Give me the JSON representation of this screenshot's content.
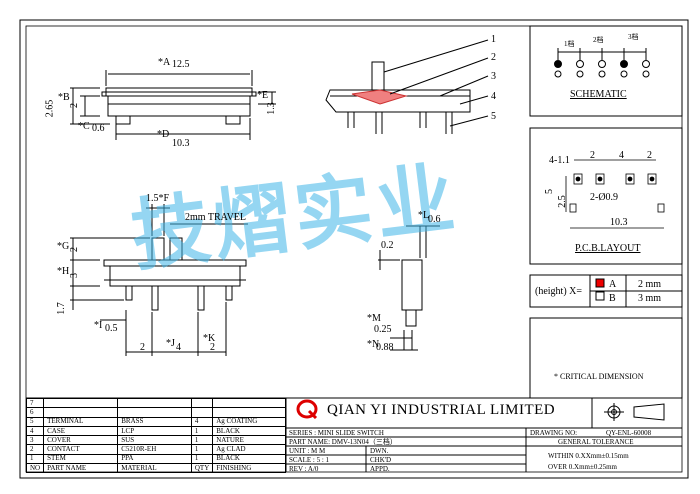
{
  "views": {
    "front": {
      "A": "*A",
      "A_val": "12.5",
      "B": "*B",
      "B_val": "2",
      "E": "*E",
      "E_val": "1.3",
      "C": "*C",
      "C_val": "0.6",
      "D": "*D",
      "D_val": "10.3",
      "left_total": "2.65"
    },
    "side": {
      "callouts": [
        "1",
        "2",
        "3",
        "4",
        "5"
      ]
    },
    "bottom": {
      "F": "1.5*F",
      "travel": "2mm TRAVEL",
      "G": "*G",
      "G_val": "2",
      "H": "*H",
      "H_val": "3",
      "I": "*I",
      "I_val": "0.5",
      "J": "*J",
      "J_val": "4",
      "K": "*K",
      "K_val": "2",
      "left_dim": "1.7",
      "pitch": "2"
    },
    "end": {
      "L": "*L",
      "L_val": "0.6",
      "v02": "0.2",
      "M": "*M",
      "M_val": "0.25",
      "N": "*N",
      "N_val": "0.88"
    }
  },
  "schematic": {
    "title": "SCHEMATIC",
    "pos1": "1档",
    "pos2": "2档",
    "pos3": "3档"
  },
  "pcb": {
    "title": "P.C.B.LAYOUT",
    "d_41": "4-1.1",
    "d2a": "2",
    "d4": "4",
    "d2b": "2",
    "d5": "5",
    "d25": "2.5",
    "hole": "2-Ø0.9",
    "d103": "10.3"
  },
  "height": {
    "label": "(height) X=",
    "a_code": "A",
    "a_val": "2 mm",
    "b_code": "B",
    "b_val": "3 mm"
  },
  "note": "* CRITICAL DIMENSION",
  "watermark": "技熠实业",
  "company": "QIAN YI INDUSTRIAL LIMITED",
  "bom": {
    "rows": [
      {
        "no": "7",
        "part": "",
        "mat": "",
        "qty": "",
        "fin": ""
      },
      {
        "no": "6",
        "part": "",
        "mat": "",
        "qty": "",
        "fin": ""
      },
      {
        "no": "5",
        "part": "TERMINAL",
        "mat": "BRASS",
        "qty": "4",
        "fin": "Ag COATING"
      },
      {
        "no": "4",
        "part": "CASE",
        "mat": "LCP",
        "qty": "1",
        "fin": "BLACK"
      },
      {
        "no": "3",
        "part": "COVER",
        "mat": "SUS",
        "qty": "1",
        "fin": "NATURE"
      },
      {
        "no": "2",
        "part": "CONTACT",
        "mat": "C5210R-EH",
        "qty": "1",
        "fin": "Ag CLAD"
      },
      {
        "no": "1",
        "part": "STEM",
        "mat": "PPA",
        "qty": "1",
        "fin": "BLACK"
      }
    ],
    "header": {
      "no": "NO",
      "part": "PART NAME",
      "mat": "MATERIAL",
      "qty": "QTY",
      "fin": "FINISHING"
    }
  },
  "info": {
    "series": "SERIES : MINI SLIDE SWITCH",
    "part": "PART NAME: DMV-13N04（三档）",
    "unit": "UNIT : M M",
    "dwn": "DWN.",
    "scale": "SCALE : 5 : 1",
    "chkd": "CHK'D",
    "rev": "REV  : A/0",
    "appd": "APPD.",
    "drawing_no_label": "DRAWING NO:",
    "drawing_no": "QY-ENL-60008",
    "tol_title": "GENERAL TOLERANCE",
    "tol1": "WITHIN 0.XXmm±0.15mm",
    "tol2": "OVER   0.Xmm±0.25mm"
  }
}
